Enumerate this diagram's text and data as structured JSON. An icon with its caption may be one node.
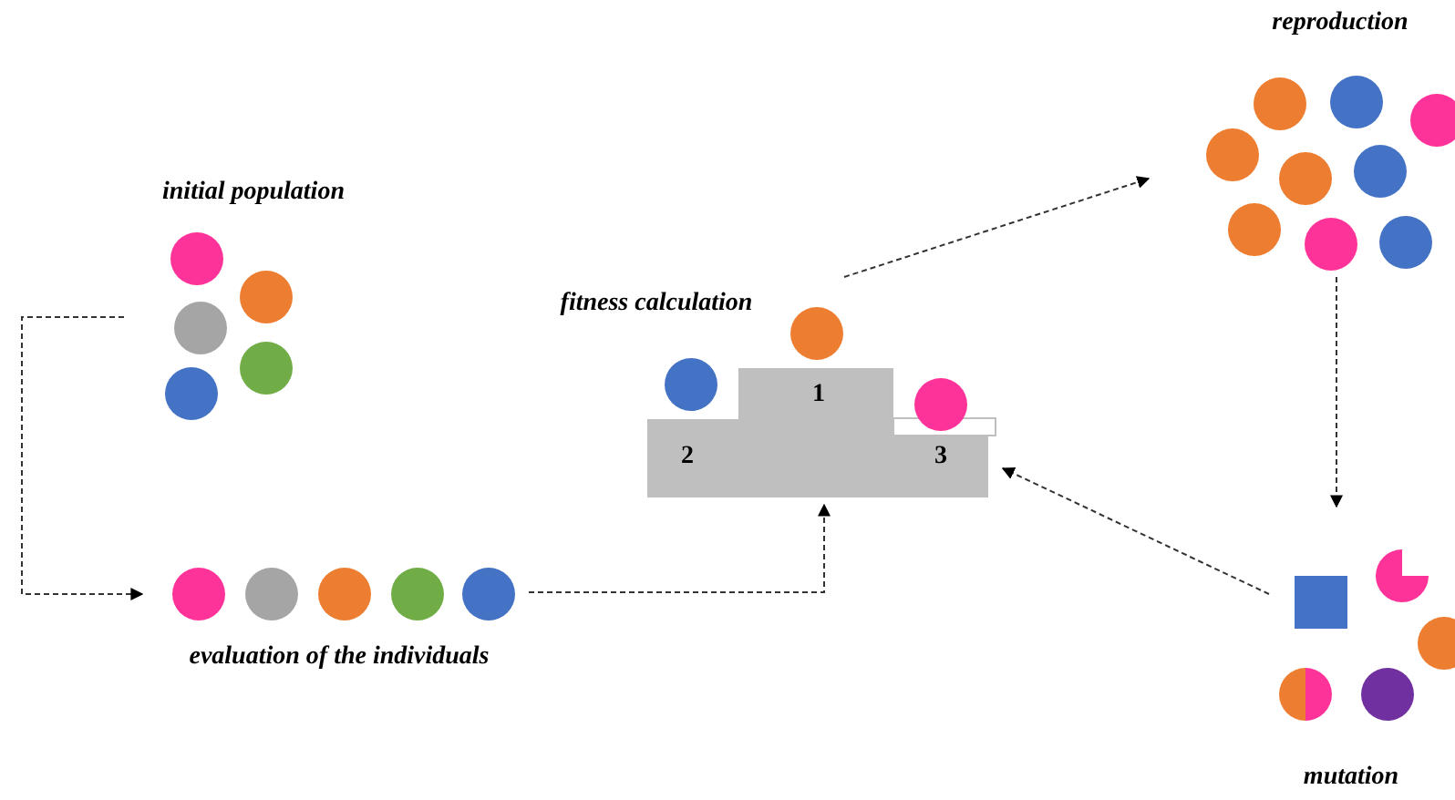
{
  "diagram": {
    "nodes": [
      {
        "text": [
          "initial population"
        ]
      },
      {
        "text": [
          "evaluation of the individuals"
        ]
      },
      {
        "text": [
          "fitness calculation"
        ]
      },
      {
        "text": [
          "reproduction"
        ]
      },
      {
        "text": [
          "mutation"
        ]
      }
    ],
    "edges": [
      {
        "from": 0,
        "to": 1,
        "arrow": "to",
        "style": "dashed"
      },
      {
        "from": 1,
        "to": 2,
        "arrow": "to",
        "style": "dashed"
      },
      {
        "from": 2,
        "to": 3,
        "arrow": "to",
        "style": "dashed"
      },
      {
        "from": 3,
        "to": 4,
        "arrow": "to",
        "style": "dashed"
      },
      {
        "from": 4,
        "to": 2,
        "arrow": "to",
        "style": "dashed"
      }
    ],
    "labels": [
      "1",
      "2",
      "3"
    ]
  }
}
